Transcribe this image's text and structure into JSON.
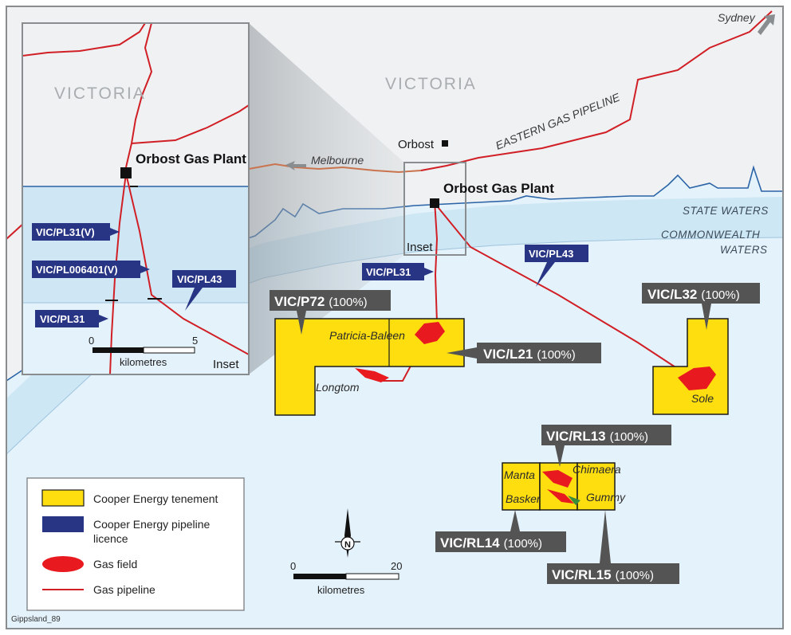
{
  "colors": {
    "land": "#eff1f2",
    "state_waters": "#cde7f5",
    "commonwealth_waters": "#e4f2fb",
    "inset_sea": "#cfe6f5",
    "tenement": "#ffde0f",
    "pipeline_licence": "#283484",
    "gas_field": "#e8191f",
    "gas_pipeline": "#d11f26",
    "label_box": "#545454"
  },
  "regions": {
    "victoria_main": "VICTORIA",
    "victoria_inset": "VICTORIA"
  },
  "places": {
    "orbost": "Orbost",
    "melbourne": "Melbourne",
    "sydney": "Sydney"
  },
  "pipelines": {
    "eastern": "EASTERN GAS PIPELINE"
  },
  "plant": {
    "main": "Orbost Gas Plant",
    "inset": "Orbost Gas Plant"
  },
  "waters": {
    "state": "STATE WATERS",
    "commonwealth_1": "COMMONWEALTH",
    "commonwealth_2": "WATERS"
  },
  "inset": {
    "box_label": "Inset",
    "title": "Inset",
    "scale_min": "0",
    "scale_max": "5",
    "scale_unit": "kilometres"
  },
  "pipeline_licences": {
    "inset_pl31v": "VIC/PL31(V)",
    "inset_pl006401v": "VIC/PL006401(V)",
    "inset_pl43": "VIC/PL43",
    "inset_pl31": "VIC/PL31",
    "main_pl31": "VIC/PL31",
    "main_pl43": "VIC/PL43"
  },
  "tenements": {
    "p72": {
      "name": "VIC/P72",
      "pct": "(100%)"
    },
    "l21": {
      "name": "VIC/L21",
      "pct": "(100%)"
    },
    "l32": {
      "name": "VIC/L32",
      "pct": "(100%)"
    },
    "rl13": {
      "name": "VIC/RL13",
      "pct": "(100%)"
    },
    "rl14": {
      "name": "VIC/RL14",
      "pct": "(100%)"
    },
    "rl15": {
      "name": "VIC/RL15",
      "pct": "(100%)"
    }
  },
  "fields": {
    "patricia_baleen": "Patricia-Baleen",
    "longtom": "Longtom",
    "sole": "Sole",
    "manta": "Manta",
    "chimaera": "Chimaera",
    "basker": "Basker",
    "gummy": "Gummy"
  },
  "legend": {
    "tenement": "Cooper Energy tenement",
    "licence_1": "Cooper Energy pipeline",
    "licence_2": "licence",
    "gas_field": "Gas field",
    "gas_pipeline": "Gas pipeline"
  },
  "scale": {
    "min": "0",
    "max": "20",
    "unit": "kilometres"
  },
  "north_symbol": "N",
  "footer": "Gippsland_89"
}
